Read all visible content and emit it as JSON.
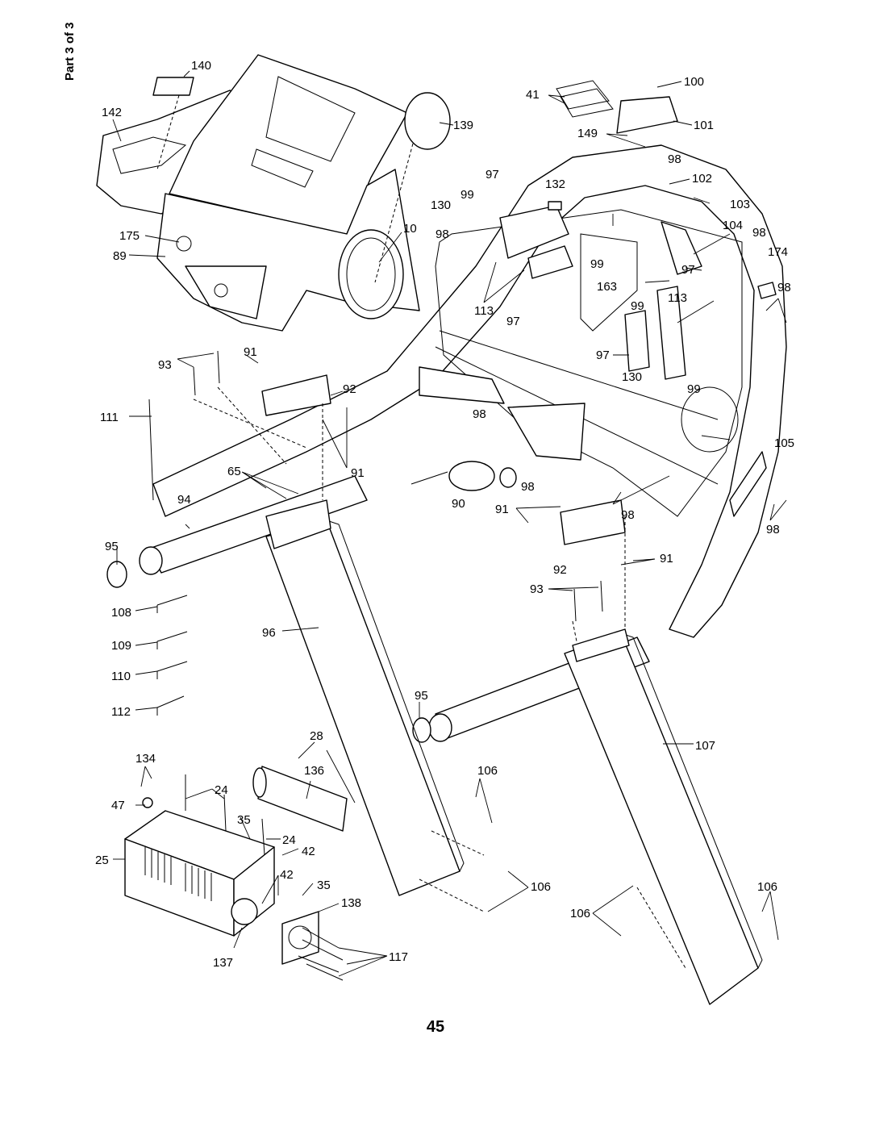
{
  "header": {
    "part_label": "Part 3 of 3"
  },
  "footer": {
    "page_number": "45"
  },
  "callouts": [
    {
      "id": "c140",
      "text": "140"
    },
    {
      "id": "c142",
      "text": "142"
    },
    {
      "id": "c139",
      "text": "139"
    },
    {
      "id": "c175",
      "text": "175"
    },
    {
      "id": "c89",
      "text": "89"
    },
    {
      "id": "c10",
      "text": "10"
    },
    {
      "id": "c41",
      "text": "41"
    },
    {
      "id": "c100",
      "text": "100"
    },
    {
      "id": "c149",
      "text": "149"
    },
    {
      "id": "c101",
      "text": "101"
    },
    {
      "id": "c98a",
      "text": "98"
    },
    {
      "id": "c102",
      "text": "102"
    },
    {
      "id": "c97a",
      "text": "97"
    },
    {
      "id": "c132",
      "text": "132"
    },
    {
      "id": "c103",
      "text": "103"
    },
    {
      "id": "c130a",
      "text": "130"
    },
    {
      "id": "c99a",
      "text": "99"
    },
    {
      "id": "c98b",
      "text": "98"
    },
    {
      "id": "c104",
      "text": "104"
    },
    {
      "id": "c98c",
      "text": "98"
    },
    {
      "id": "c174",
      "text": "174"
    },
    {
      "id": "c99b",
      "text": "99"
    },
    {
      "id": "c97b",
      "text": "97"
    },
    {
      "id": "c163",
      "text": "163"
    },
    {
      "id": "c98d",
      "text": "98"
    },
    {
      "id": "c99c",
      "text": "99"
    },
    {
      "id": "c113a",
      "text": "113"
    },
    {
      "id": "c113b",
      "text": "113"
    },
    {
      "id": "c97c",
      "text": "97"
    },
    {
      "id": "c97d",
      "text": "97"
    },
    {
      "id": "c130b",
      "text": "130"
    },
    {
      "id": "c99d",
      "text": "99"
    },
    {
      "id": "c93a",
      "text": "93"
    },
    {
      "id": "c91a",
      "text": "91"
    },
    {
      "id": "c92a",
      "text": "92"
    },
    {
      "id": "c111",
      "text": "111"
    },
    {
      "id": "c98e",
      "text": "98"
    },
    {
      "id": "c105",
      "text": "105"
    },
    {
      "id": "c65",
      "text": "65"
    },
    {
      "id": "c91b",
      "text": "91"
    },
    {
      "id": "c98f",
      "text": "98"
    },
    {
      "id": "c94",
      "text": "94"
    },
    {
      "id": "c90",
      "text": "90"
    },
    {
      "id": "c91c",
      "text": "91"
    },
    {
      "id": "c98g",
      "text": "98"
    },
    {
      "id": "c98h",
      "text": "98"
    },
    {
      "id": "c95a",
      "text": "95"
    },
    {
      "id": "c92b",
      "text": "92"
    },
    {
      "id": "c91d",
      "text": "91"
    },
    {
      "id": "c93b",
      "text": "93"
    },
    {
      "id": "c108",
      "text": "108"
    },
    {
      "id": "c96",
      "text": "96"
    },
    {
      "id": "c109",
      "text": "109"
    },
    {
      "id": "c110",
      "text": "110"
    },
    {
      "id": "c95b",
      "text": "95"
    },
    {
      "id": "c112",
      "text": "112"
    },
    {
      "id": "c28",
      "text": "28"
    },
    {
      "id": "c107",
      "text": "107"
    },
    {
      "id": "c134",
      "text": "134"
    },
    {
      "id": "c136",
      "text": "136"
    },
    {
      "id": "c106a",
      "text": "106"
    },
    {
      "id": "c24a",
      "text": "24"
    },
    {
      "id": "c47",
      "text": "47"
    },
    {
      "id": "c35a",
      "text": "35"
    },
    {
      "id": "c24b",
      "text": "24"
    },
    {
      "id": "c42a",
      "text": "42"
    },
    {
      "id": "c25",
      "text": "25"
    },
    {
      "id": "c42b",
      "text": "42"
    },
    {
      "id": "c35b",
      "text": "35"
    },
    {
      "id": "c106b",
      "text": "106"
    },
    {
      "id": "c106c",
      "text": "106"
    },
    {
      "id": "c138",
      "text": "138"
    },
    {
      "id": "c106d",
      "text": "106"
    },
    {
      "id": "c137",
      "text": "137"
    },
    {
      "id": "c117",
      "text": "117"
    }
  ]
}
